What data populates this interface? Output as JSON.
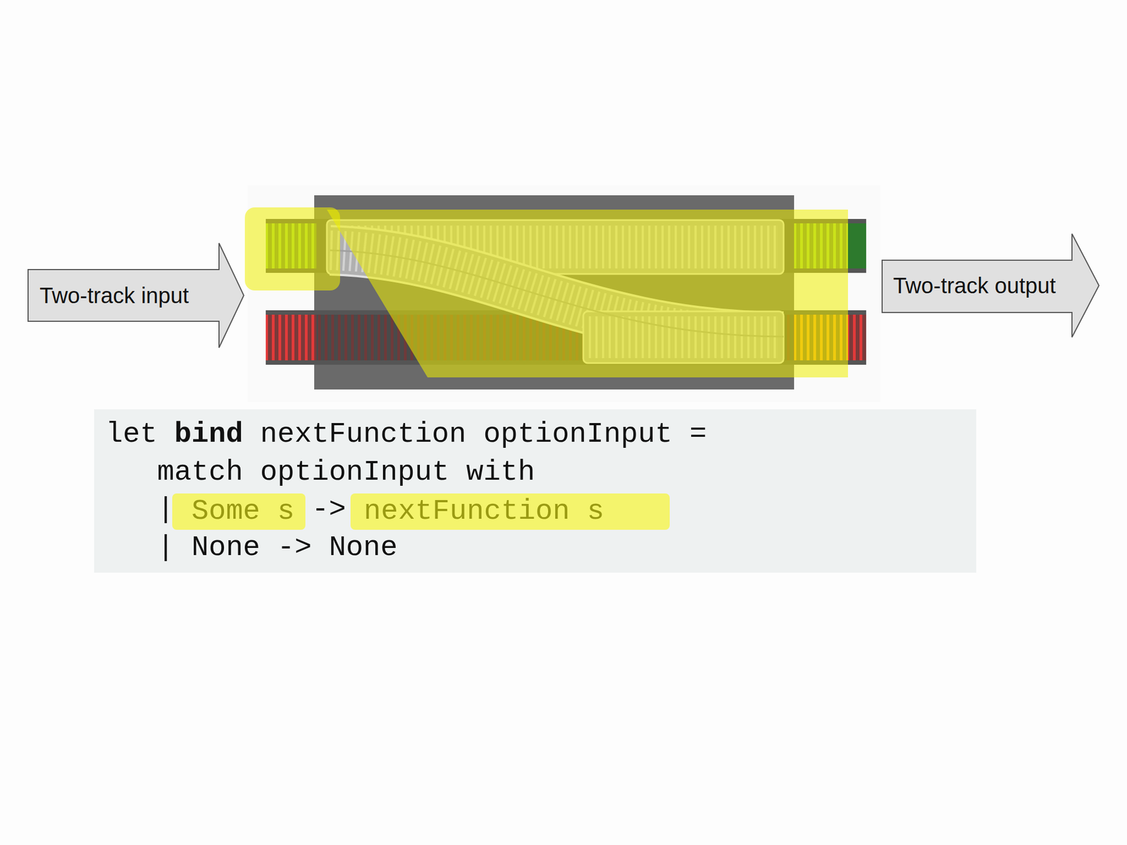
{
  "diagram": {
    "nodes": [
      {
        "text": [
          "Two-track input"
        ]
      },
      {
        "text": [
          "Two-track output"
        ]
      },
      {
        "text": [
          "let",
          "bind",
          "nextFunction optionInput =",
          "match optionInput with",
          "|",
          "->",
          "| None -> None"
        ]
      },
      {
        "text": [
          "Some s"
        ],
        "in": 2
      },
      {
        "text": [
          "nextFunction s"
        ],
        "in": 2
      }
    ]
  }
}
